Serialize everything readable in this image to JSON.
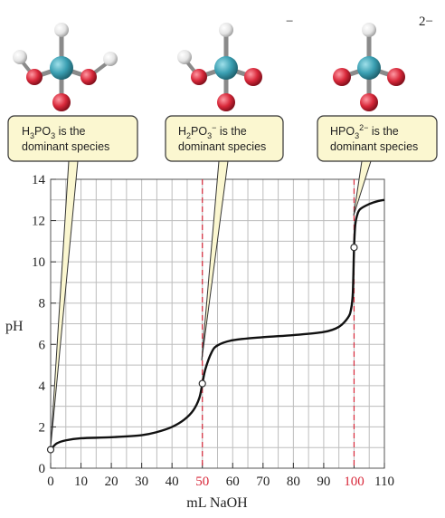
{
  "colors": {
    "curve": "#111111",
    "grid": "#bdbdbd",
    "equivalence_line": "#d8283a",
    "equivalence_tick": "#d8283a",
    "callout_fill": "#fbf7d0",
    "callout_stroke": "#333333",
    "atom_center": "#3a9fb2",
    "atom_oxygen": "#d8283a",
    "atom_hydrogen": "#e8e8e8"
  },
  "molecules": [
    {
      "name": "H3PO3",
      "charge": ""
    },
    {
      "name": "H2PO3-",
      "charge": "−"
    },
    {
      "name": "HPO3 2-",
      "charge": "2−"
    }
  ],
  "callouts": [
    {
      "pre": "H",
      "sub1": "3",
      "mid": "PO",
      "sub2": "3",
      "sup": "",
      "post": " is the",
      "line2": "dominant species"
    },
    {
      "pre": "H",
      "sub1": "2",
      "mid": "PO",
      "sub2": "3",
      "sup": "−",
      "post": " is the",
      "line2": "dominant species"
    },
    {
      "pre": "HPO",
      "sub1": "",
      "mid": "",
      "sub2": "3",
      "sup": "2−",
      "post": " is the",
      "line2": "dominant species"
    }
  ],
  "chart_data": {
    "type": "line",
    "xlabel": "mL NaOH",
    "ylabel": "pH",
    "xlim": [
      0,
      110
    ],
    "ylim": [
      0,
      14
    ],
    "x_ticks": [
      0,
      10,
      20,
      30,
      40,
      50,
      60,
      70,
      80,
      90,
      100,
      110
    ],
    "y_ticks": [
      0,
      2,
      4,
      6,
      8,
      10,
      12,
      14
    ],
    "highlight_x_ticks": [
      50,
      100
    ],
    "grid": true,
    "equivalence_lines_x": [
      50,
      100
    ],
    "marked_points": [
      {
        "x": 0,
        "y": 0.9
      },
      {
        "x": 50,
        "y": 4.1
      },
      {
        "x": 100,
        "y": 10.7
      }
    ],
    "series": [
      {
        "x": [
          0,
          2,
          5,
          10,
          20,
          30,
          35,
          40,
          44,
          47,
          49,
          50,
          51,
          53,
          55,
          60,
          70,
          80,
          90,
          95,
          98,
          99,
          99.6,
          100,
          100.4,
          101,
          102,
          105,
          108,
          110
        ],
        "y": [
          0.9,
          1.2,
          1.35,
          1.45,
          1.5,
          1.6,
          1.75,
          2.0,
          2.35,
          2.8,
          3.4,
          4.1,
          4.8,
          5.6,
          5.95,
          6.2,
          6.35,
          6.45,
          6.6,
          6.85,
          7.3,
          7.7,
          8.5,
          10.7,
          11.8,
          12.25,
          12.55,
          12.8,
          12.95,
          13.0
        ]
      }
    ]
  }
}
